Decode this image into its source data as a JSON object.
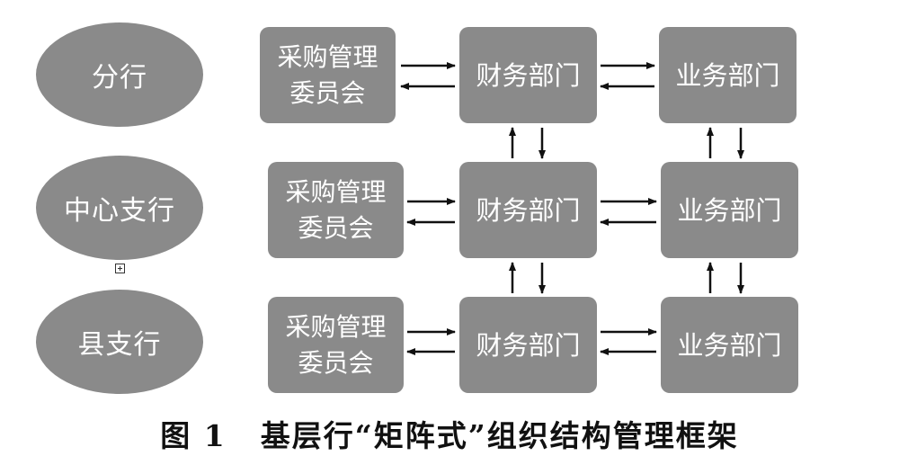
{
  "levels": [
    {
      "name": "分行",
      "committee": "采购管理委员会",
      "finance": "财务部门",
      "business": "业务部门"
    },
    {
      "name": "中心支行",
      "committee": "采购管理委员会",
      "finance": "财务部门",
      "business": "业务部门"
    },
    {
      "name": "县支行",
      "committee": "采购管理委员会",
      "finance": "财务部门",
      "business": "业务部门"
    }
  ],
  "caption": {
    "figure_number": "图 1",
    "title": "基层行“矩阵式”组织结构管理框架"
  },
  "colors": {
    "node_fill": "#8a8a8a",
    "node_text": "#ffffff",
    "arrow": "#111111"
  },
  "icons": {
    "expand": "expand-plus-icon"
  }
}
